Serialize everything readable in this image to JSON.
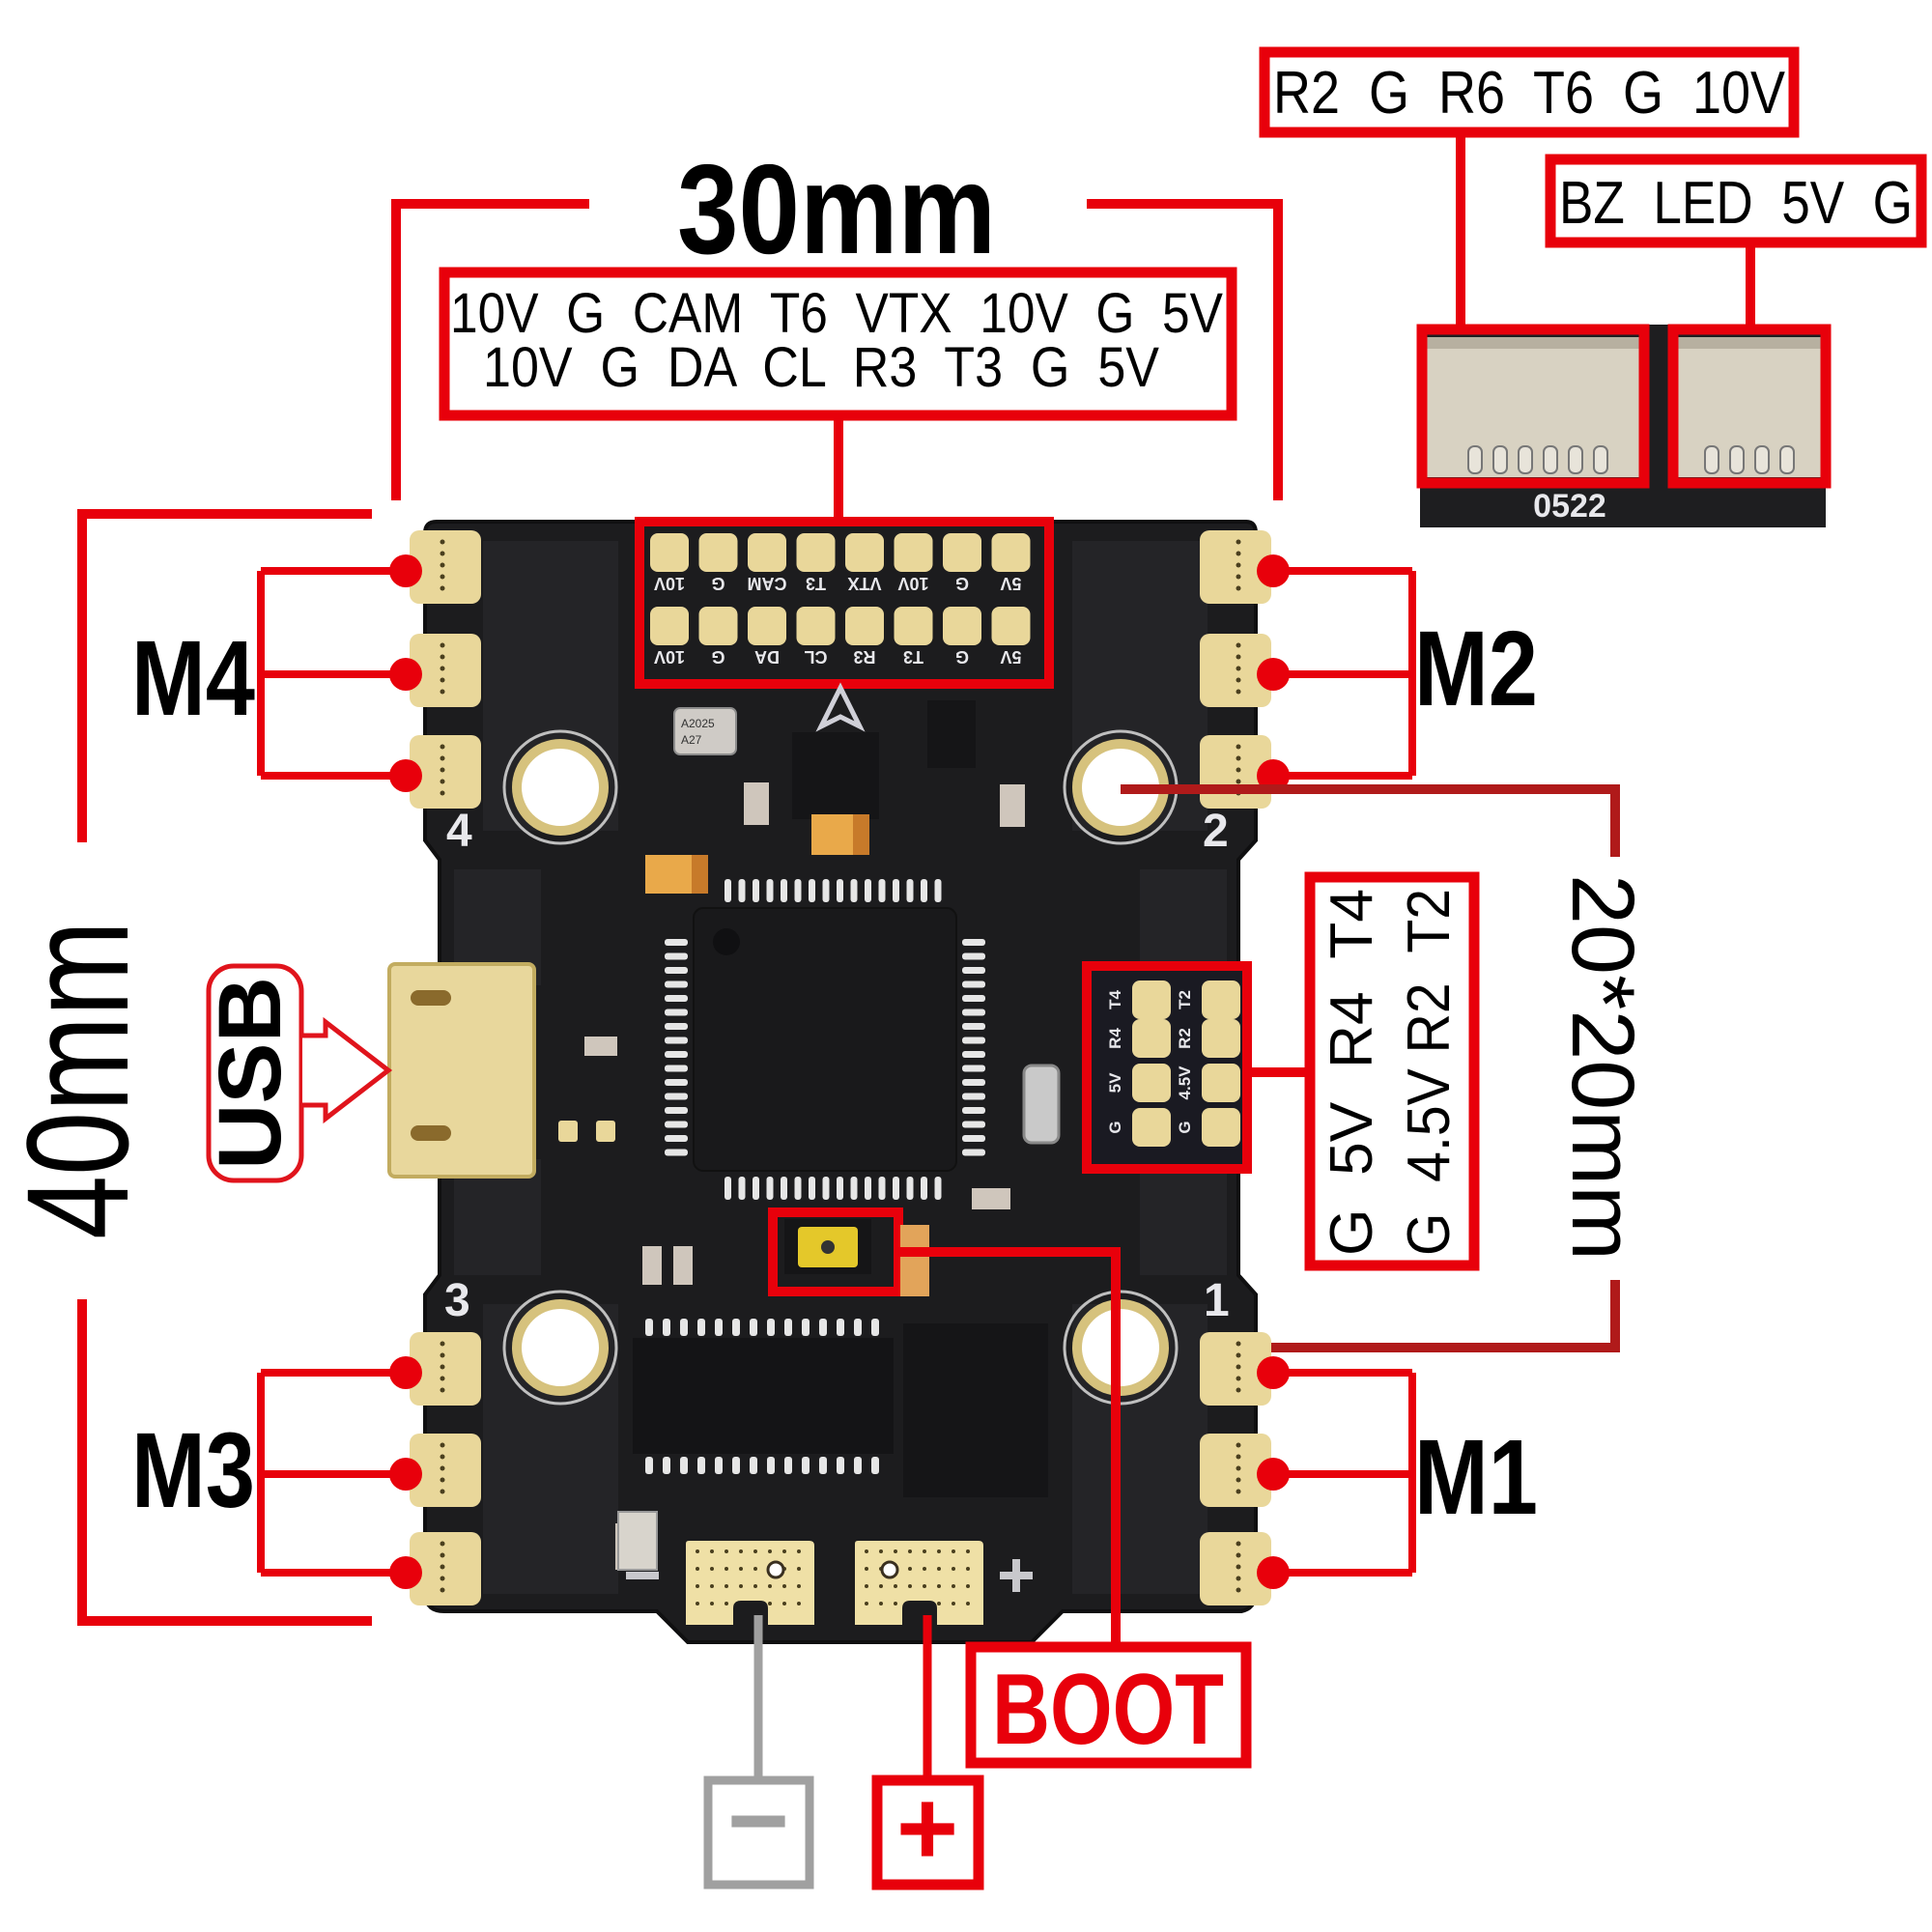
{
  "diagram": {
    "colors": {
      "callout_red": "#e8000b",
      "dim_red": "#b01a1a",
      "board": "#1c1c1e",
      "board_edge": "#0f0f10",
      "pad_gold": "#e9d79a",
      "pad_gold_dark": "#c9b46a",
      "minus_gray": "#a0a0a0",
      "text_black": "#000000"
    },
    "dimensions": {
      "width_label": "30mm",
      "height_label": "40mm",
      "mount_label": "20*20mm"
    },
    "top_connector_box": {
      "row1": "10V  G  CAM  T6  VTX  10V  G  5V",
      "row2": "10V  G  DA  CL  R3  T3  G  5V"
    },
    "board_silkscreen_top_pads": {
      "row1": [
        "10V",
        "G",
        "CAM",
        "T3",
        "VTX",
        "10V",
        "G",
        "5V"
      ],
      "row2": [
        "10V",
        "G",
        "DA",
        "CL",
        "R3",
        "T3",
        "G",
        "5V"
      ]
    },
    "side_connectors": {
      "uart_box": "R2  G  R6  T6  G  10V",
      "led_box": "BZ  LED  5V  G",
      "uart_pins": 6,
      "led_pins": 4,
      "board_marking": "0522"
    },
    "right_pad_box": {
      "col1": "G  5V  R4  T4",
      "col2": "G  4.5V R2  T2",
      "silk_col1": [
        "T4",
        "R4",
        "5V",
        "G"
      ],
      "silk_col2": [
        "T2",
        "R2",
        "4.5V",
        "G"
      ]
    },
    "motors": {
      "m1": "M1",
      "m2": "M2",
      "m3": "M3",
      "m4": "M4"
    },
    "corner_numbers": {
      "n1": "1",
      "n2": "2",
      "n3": "3",
      "n4": "4"
    },
    "usb_label": "USB",
    "boot_label": "BOOT",
    "battery": {
      "minus_label": "−",
      "plus_label": "+"
    },
    "chips": {
      "baro_marking_1": "A2025",
      "baro_marking_2": "A27"
    }
  }
}
